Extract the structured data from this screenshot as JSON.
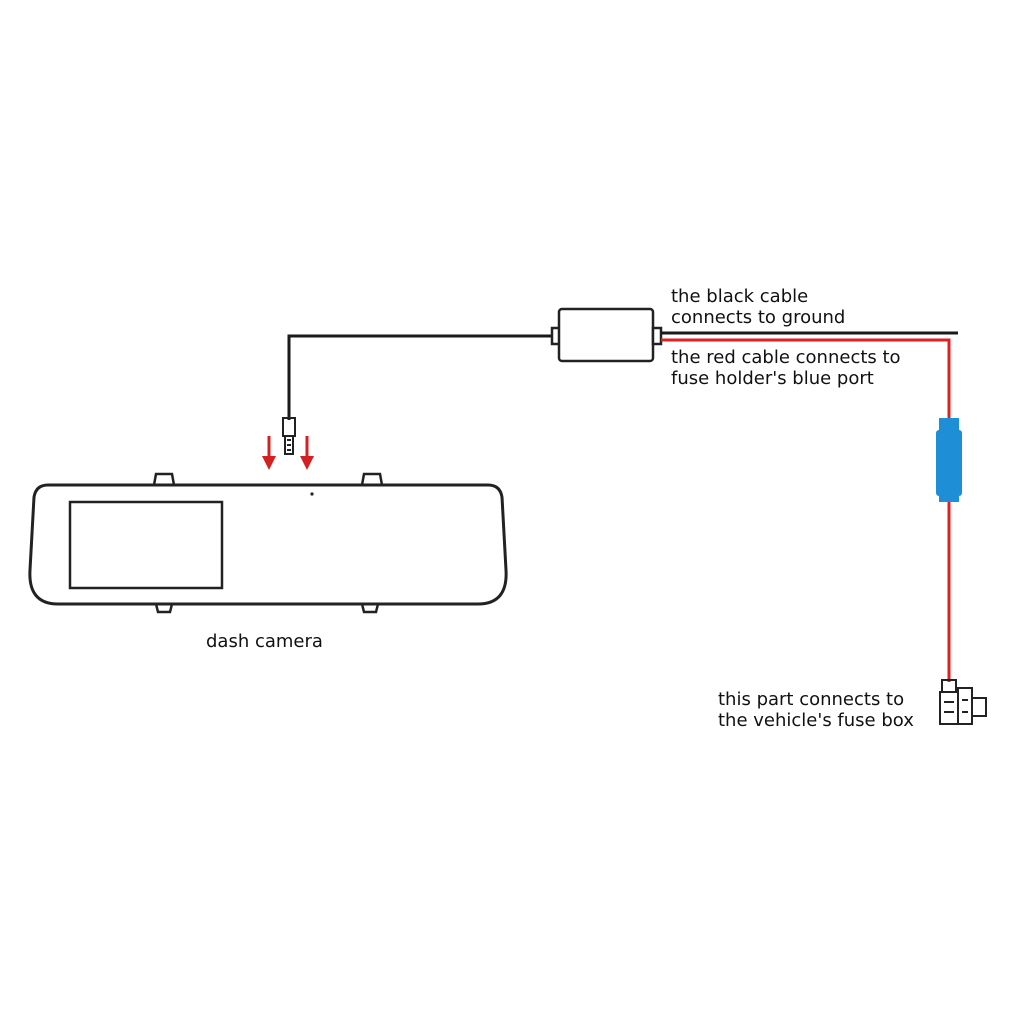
{
  "labels": {
    "black_cable_line1": "the black cable",
    "black_cable_line2": "connects to ground",
    "red_cable_line1": "the red cable connects to",
    "red_cable_line2": "fuse holder's blue port",
    "fuse_box_line1": "this part connects to",
    "fuse_box_line2": "the vehicle's fuse box",
    "dash_camera": "dash camera"
  },
  "colors": {
    "black_cable": "#1a1a1a",
    "red_cable": "#e02020",
    "fuse_holder": "#1e8fd6",
    "arrow": "#d42020",
    "outline": "#222222"
  }
}
